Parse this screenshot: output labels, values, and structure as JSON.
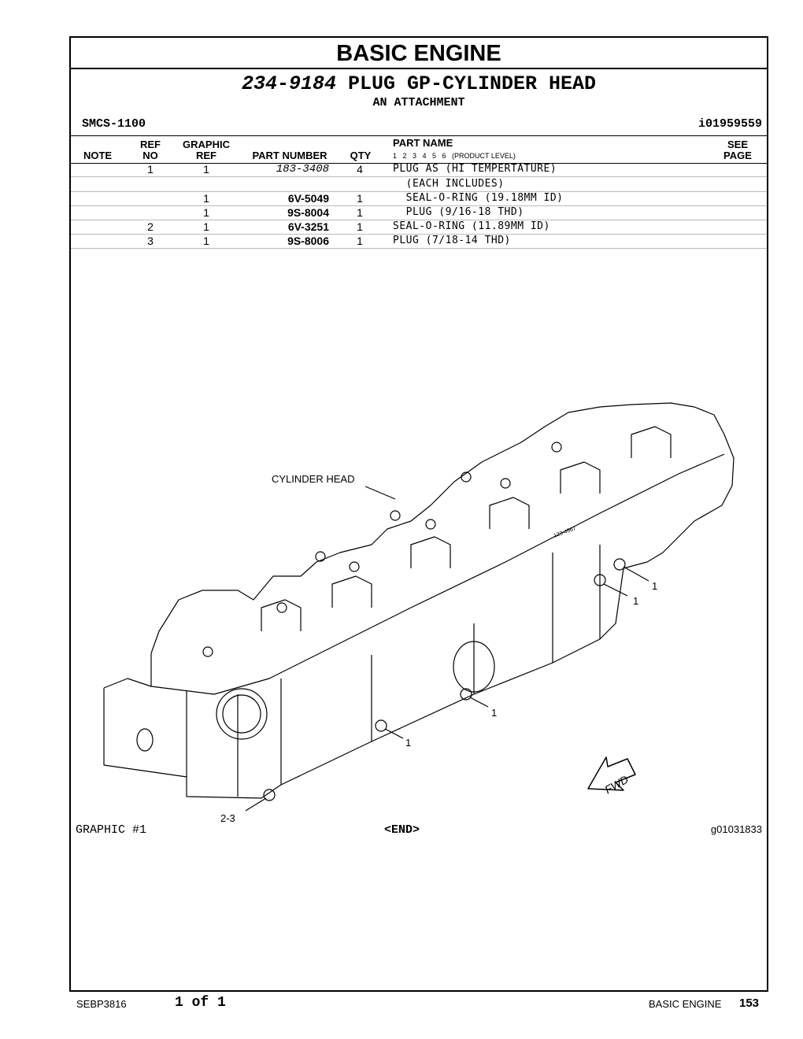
{
  "header": {
    "section_title": "BASIC ENGINE",
    "group_number": "234-9184",
    "group_name": "PLUG GP-CYLINDER HEAD",
    "attachment": "AN ATTACHMENT",
    "smcs": "SMCS-1100",
    "illustration_id": "i01959559"
  },
  "columns": {
    "note": "NOTE",
    "ref_top": "REF",
    "ref_bottom": "NO",
    "graphic_top": "GRAPHIC",
    "graphic_bottom": "REF",
    "part_number": "PART NUMBER",
    "qty": "QTY",
    "part_name": "PART NAME",
    "product_level": "1   2   3   4   5   6   (PRODUCT LEVEL)",
    "see_top": "SEE",
    "see_bottom": "PAGE"
  },
  "parts": [
    {
      "note": "",
      "ref": "1",
      "graphic_ref": "1",
      "part_number": "183-3408",
      "qty": "4",
      "name": "PLUG AS (HI TEMPERTATURE)",
      "see": ""
    },
    {
      "note": "",
      "ref": "",
      "graphic_ref": "",
      "part_number": "",
      "qty": "",
      "name": "  (EACH INCLUDES)",
      "see": ""
    },
    {
      "note": "",
      "ref": "",
      "graphic_ref": "1",
      "part_number": "6V-5049",
      "qty": "1",
      "name": "  SEAL-O-RING (19.18MM ID)",
      "see": ""
    },
    {
      "note": "",
      "ref": "",
      "graphic_ref": "1",
      "part_number": "9S-8004",
      "qty": "1",
      "name": "  PLUG (9/16-18 THD)",
      "see": ""
    },
    {
      "note": "",
      "ref": "2",
      "graphic_ref": "1",
      "part_number": "6V-3251",
      "qty": "1",
      "name": "SEAL-O-RING (11.89MM ID)",
      "see": ""
    },
    {
      "note": "",
      "ref": "3",
      "graphic_ref": "1",
      "part_number": "9S-8006",
      "qty": "1",
      "name": "PLUG (7/18-14 THD)",
      "see": ""
    }
  ],
  "drawing": {
    "component_label": "CYLINDER HEAD",
    "callouts": [
      "1",
      "1",
      "1",
      "1",
      "2-3"
    ],
    "direction_label": "FWD",
    "stamp_text": "123-4567"
  },
  "graphic_footer": {
    "graphic_label": "GRAPHIC #1",
    "end_label": "<END>",
    "graphic_id": "g01031833"
  },
  "page_footer": {
    "doc_number": "SEBP3816",
    "page_of": "1 of 1",
    "section": "BASIC ENGINE",
    "page_number": "153"
  }
}
